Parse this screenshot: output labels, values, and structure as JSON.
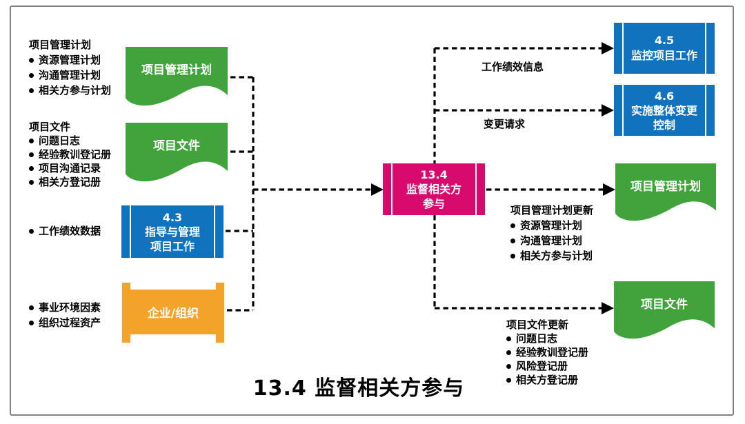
{
  "title": "13.4 监督相关方参与",
  "colors": {
    "green": "#41A33C",
    "blue": "#1173BD",
    "magenta": "#D90A6E",
    "orange": "#F3A32A",
    "line": "#000000",
    "border": "#7F7F7F"
  },
  "inputs": {
    "pm_plan": {
      "header": "项目管理计划",
      "bullets": [
        "资源管理计划",
        "沟通管理计划",
        "相关方参与计划"
      ]
    },
    "project_docs": {
      "header": "项目文件",
      "bullets": [
        "问题日志",
        "经验教训登记册",
        "项目沟通记录",
        "相关方登记册"
      ]
    },
    "work_perf_data": {
      "bullets": [
        "工作绩效数据"
      ]
    },
    "org_inputs": {
      "bullets": [
        "事业环境因素",
        "组织过程资产"
      ]
    }
  },
  "nodes": {
    "left_doc_pm_plan": {
      "label": "项目管理计划"
    },
    "left_doc_project_docs": {
      "label": "项目文件"
    },
    "left_process_43": {
      "lines": [
        "4.3",
        "指导与管理",
        "项目工作"
      ]
    },
    "org_shape": {
      "label": "企业/组织"
    },
    "center_process": {
      "lines": [
        "13.4",
        "监督相关方",
        "参与"
      ]
    },
    "right_process_45": {
      "lines": [
        "4.5",
        "监控项目工作"
      ]
    },
    "right_process_46": {
      "lines": [
        "4.6",
        "实施整体变更",
        "控制"
      ]
    },
    "right_doc_pm_plan": {
      "label": "项目管理计划"
    },
    "right_doc_project_docs": {
      "label": "项目文件"
    }
  },
  "edge_labels": {
    "work_performance_info": "工作绩效信息",
    "change_requests": "变更请求"
  },
  "outputs": {
    "pm_plan_updates": {
      "header": "项目管理计划更新",
      "bullets": [
        "资源管理计划",
        "沟通管理计划",
        "相关方参与计划"
      ]
    },
    "project_docs_updates": {
      "header": "项目文件更新",
      "bullets": [
        "问题日志",
        "经验教训登记册",
        "风险登记册",
        "相关方登记册"
      ]
    }
  }
}
